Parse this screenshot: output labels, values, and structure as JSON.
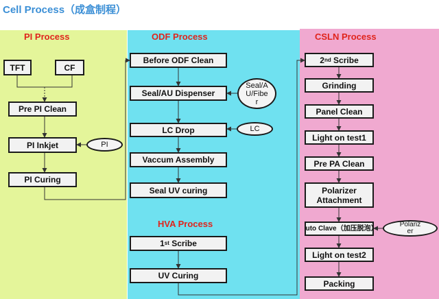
{
  "title": "Cell Process（成盒制程）",
  "sections": {
    "pi": "PI Process",
    "odf": "ODF Process",
    "csln": "CSLN Process",
    "hva": "HVA Process"
  },
  "pi_steps": {
    "tft": "TFT",
    "cf": "CF",
    "pre_pi_clean": "Pre PI Clean",
    "pi_inkjet": "PI Inkjet",
    "pi_curing": "PI Curing"
  },
  "pi_material": "PI",
  "odf_steps": {
    "before_odf_clean": "Before ODF Clean",
    "seal_au_dispenser": "Seal/AU Dispenser",
    "lc_drop": "LC Drop",
    "vaccum_assembly": "Vaccum Assembly",
    "seal_uv_curing": "Seal UV curing"
  },
  "odf_materials": {
    "seal_line1": "Seal/A",
    "seal_line2": "U/Fibe",
    "seal_line3": "r",
    "lc": "LC"
  },
  "hva_steps": {
    "first_scribe_num": "1",
    "first_scribe_sup": "st",
    "first_scribe_text": " Scribe",
    "uv_curing": "UV Curing"
  },
  "csln_steps": {
    "second_scribe_num": "2",
    "second_scribe_sup": "nd",
    "second_scribe_text": " Scribe",
    "grinding": "Grinding",
    "panel_clean": "Panel Clean",
    "light_on_test1": "Light on test1",
    "pre_pa_clean": "Pre PA Clean",
    "polarizer_attachment_line1": "Polarizer",
    "polarizer_attachment_line2": "Attachment",
    "auto_clave": "Auto Clave（加压脱泡）",
    "light_on_test2": "Light on test2",
    "packing": "Packing"
  },
  "csln_materials": {
    "polarizer_line1": "Polariz",
    "polarizer_line2": "er"
  },
  "colors": {
    "title": "#3b8fd6",
    "section_title": "#e0241c",
    "pi_panel": "#e4f59a",
    "odf_panel": "#6fe1f0",
    "csln_panel": "#f0a9d0",
    "box_fill": "#f2f2f2",
    "box_border": "#1a1a1a"
  }
}
